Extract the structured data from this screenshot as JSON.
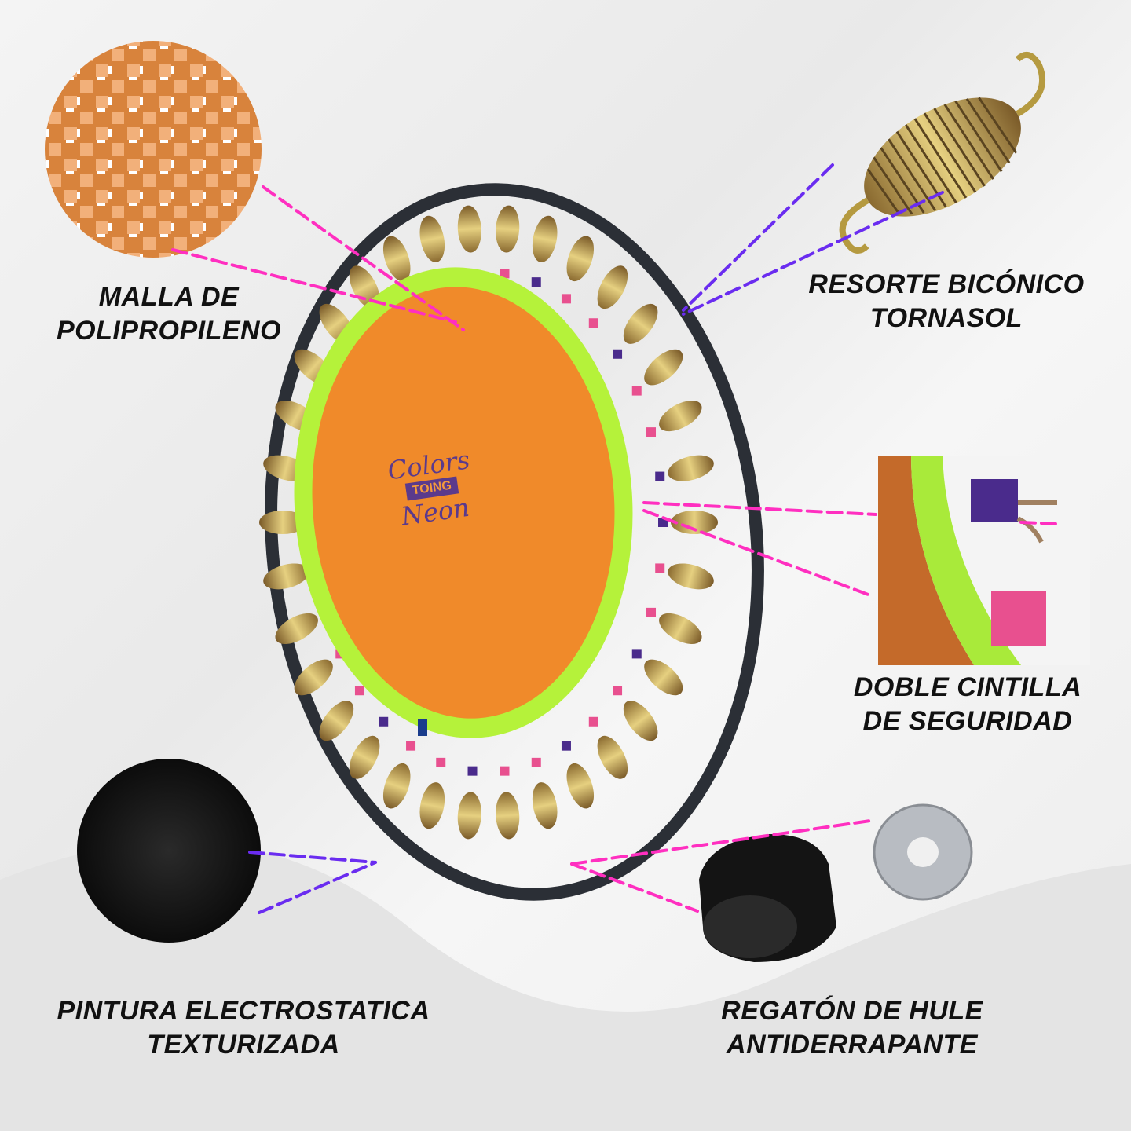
{
  "features": [
    {
      "id": "mesh",
      "lines": [
        "MALLA DE",
        "POLIPROPILENO"
      ]
    },
    {
      "id": "spring",
      "lines": [
        "RESORTE BICÓNICO",
        "TORNASOL"
      ]
    },
    {
      "id": "strap",
      "lines": [
        "DOBLE CINTILLA",
        "DE SEGURIDAD"
      ]
    },
    {
      "id": "paint",
      "lines": [
        "PINTURA ELECTROSTATICA",
        "TEXTURIZADA"
      ]
    },
    {
      "id": "foot",
      "lines": [
        "REGATÓN DE HULE",
        "ANTIDERRAPANTE"
      ]
    }
  ],
  "logo": {
    "top": "Colors",
    "badge": "TOING",
    "bottom": "Neon"
  },
  "colors": {
    "mat": "#f08a2a",
    "band": "#b5f23a",
    "frame": "#2b2f36",
    "pink": "#ff2fc0",
    "purple": "#6a2cf0",
    "strapPink": "#e8508f",
    "strapPurple": "#4a2b8c"
  }
}
